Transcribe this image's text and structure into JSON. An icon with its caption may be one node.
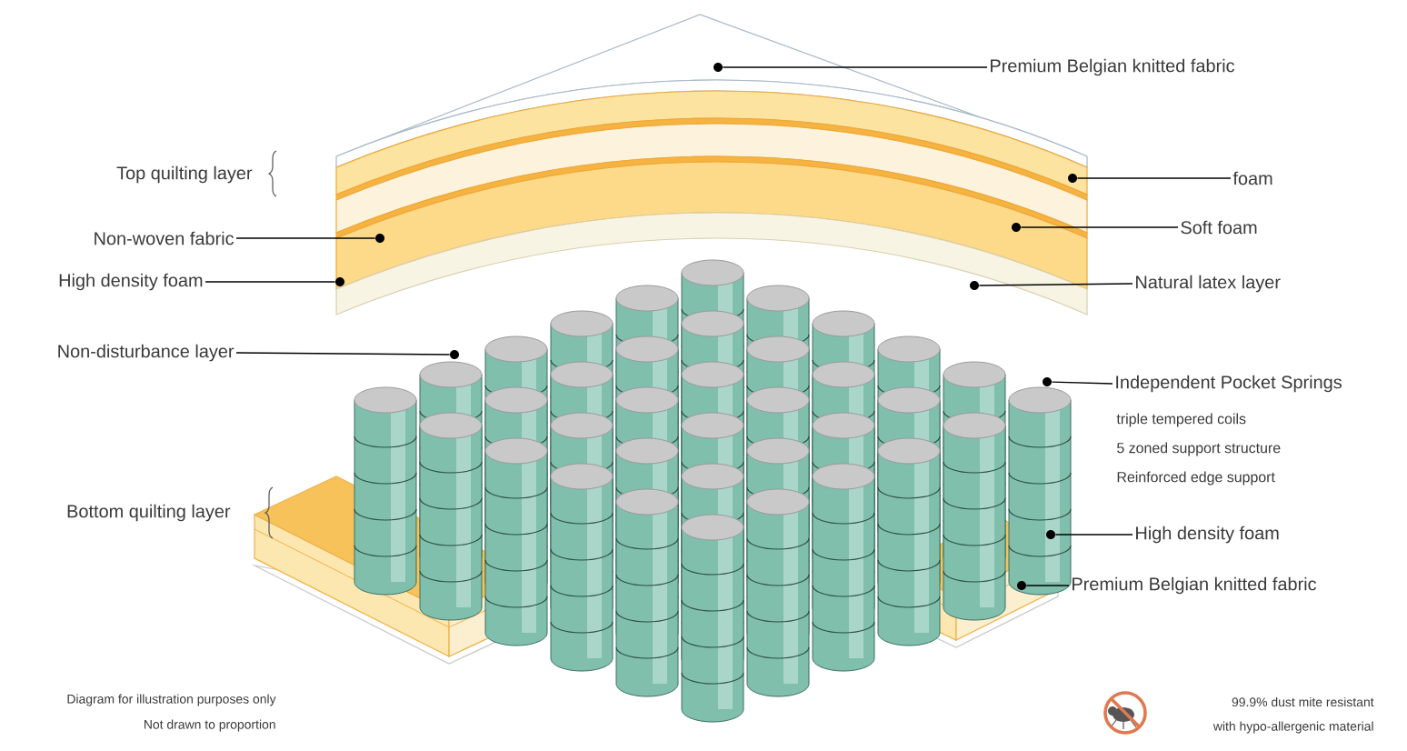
{
  "diagram": {
    "nodes": [
      {
        "text": [
          "Premium Belgian knitted fabric"
        ]
      },
      {
        "text": [
          "Non-woven fabric"
        ]
      },
      {
        "text": [
          "High density foam"
        ]
      },
      {
        "text": [
          "Non-disturbance layer"
        ]
      },
      {
        "text": [
          "foam"
        ]
      },
      {
        "text": [
          "Soft foam"
        ]
      },
      {
        "text": [
          "Natural latex layer"
        ]
      },
      {
        "text": [
          "Independent Pocket Springs"
        ],
        "beside": [
          "triple tempered coils",
          "5 zoned support structure",
          "Reinforced edge support"
        ]
      },
      {
        "text": [
          "High density foam"
        ]
      },
      {
        "text": [
          "Premium Belgian knitted fabric"
        ]
      },
      {
        "text": [],
        "shape": "circle"
      },
      {
        "text": [],
        "shape": "circle"
      },
      {
        "text": [],
        "shape": "circle"
      },
      {
        "text": [],
        "shape": "circle"
      },
      {
        "text": [],
        "shape": "circle"
      },
      {
        "text": [],
        "shape": "circle"
      },
      {
        "text": [],
        "shape": "circle"
      },
      {
        "text": [],
        "shape": "circle"
      },
      {
        "text": [],
        "shape": "circle"
      },
      {
        "text": [],
        "shape": "circle"
      }
    ],
    "edges": [
      {
        "from": 0,
        "to": 10,
        "arrow": "none"
      },
      {
        "from": 1,
        "to": 11,
        "arrow": "none"
      },
      {
        "from": 2,
        "to": 12,
        "arrow": "none"
      },
      {
        "from": 3,
        "to": 13,
        "arrow": "none"
      },
      {
        "from": 4,
        "to": 14,
        "arrow": "none"
      },
      {
        "from": 5,
        "to": 15,
        "arrow": "none"
      },
      {
        "from": 6,
        "to": 16,
        "arrow": "none"
      },
      {
        "from": 7,
        "to": 17,
        "arrow": "none"
      },
      {
        "from": 8,
        "to": 18,
        "arrow": "none"
      },
      {
        "from": 9,
        "to": 19,
        "arrow": "none"
      }
    ],
    "labels": [
      "Top quilting layer",
      "Bottom quilting layer",
      "Diagram for illustration purposes only",
      "Not drawn to proportion",
      "99.9% dust mite resistant",
      "with hypo-allergenic material"
    ]
  }
}
